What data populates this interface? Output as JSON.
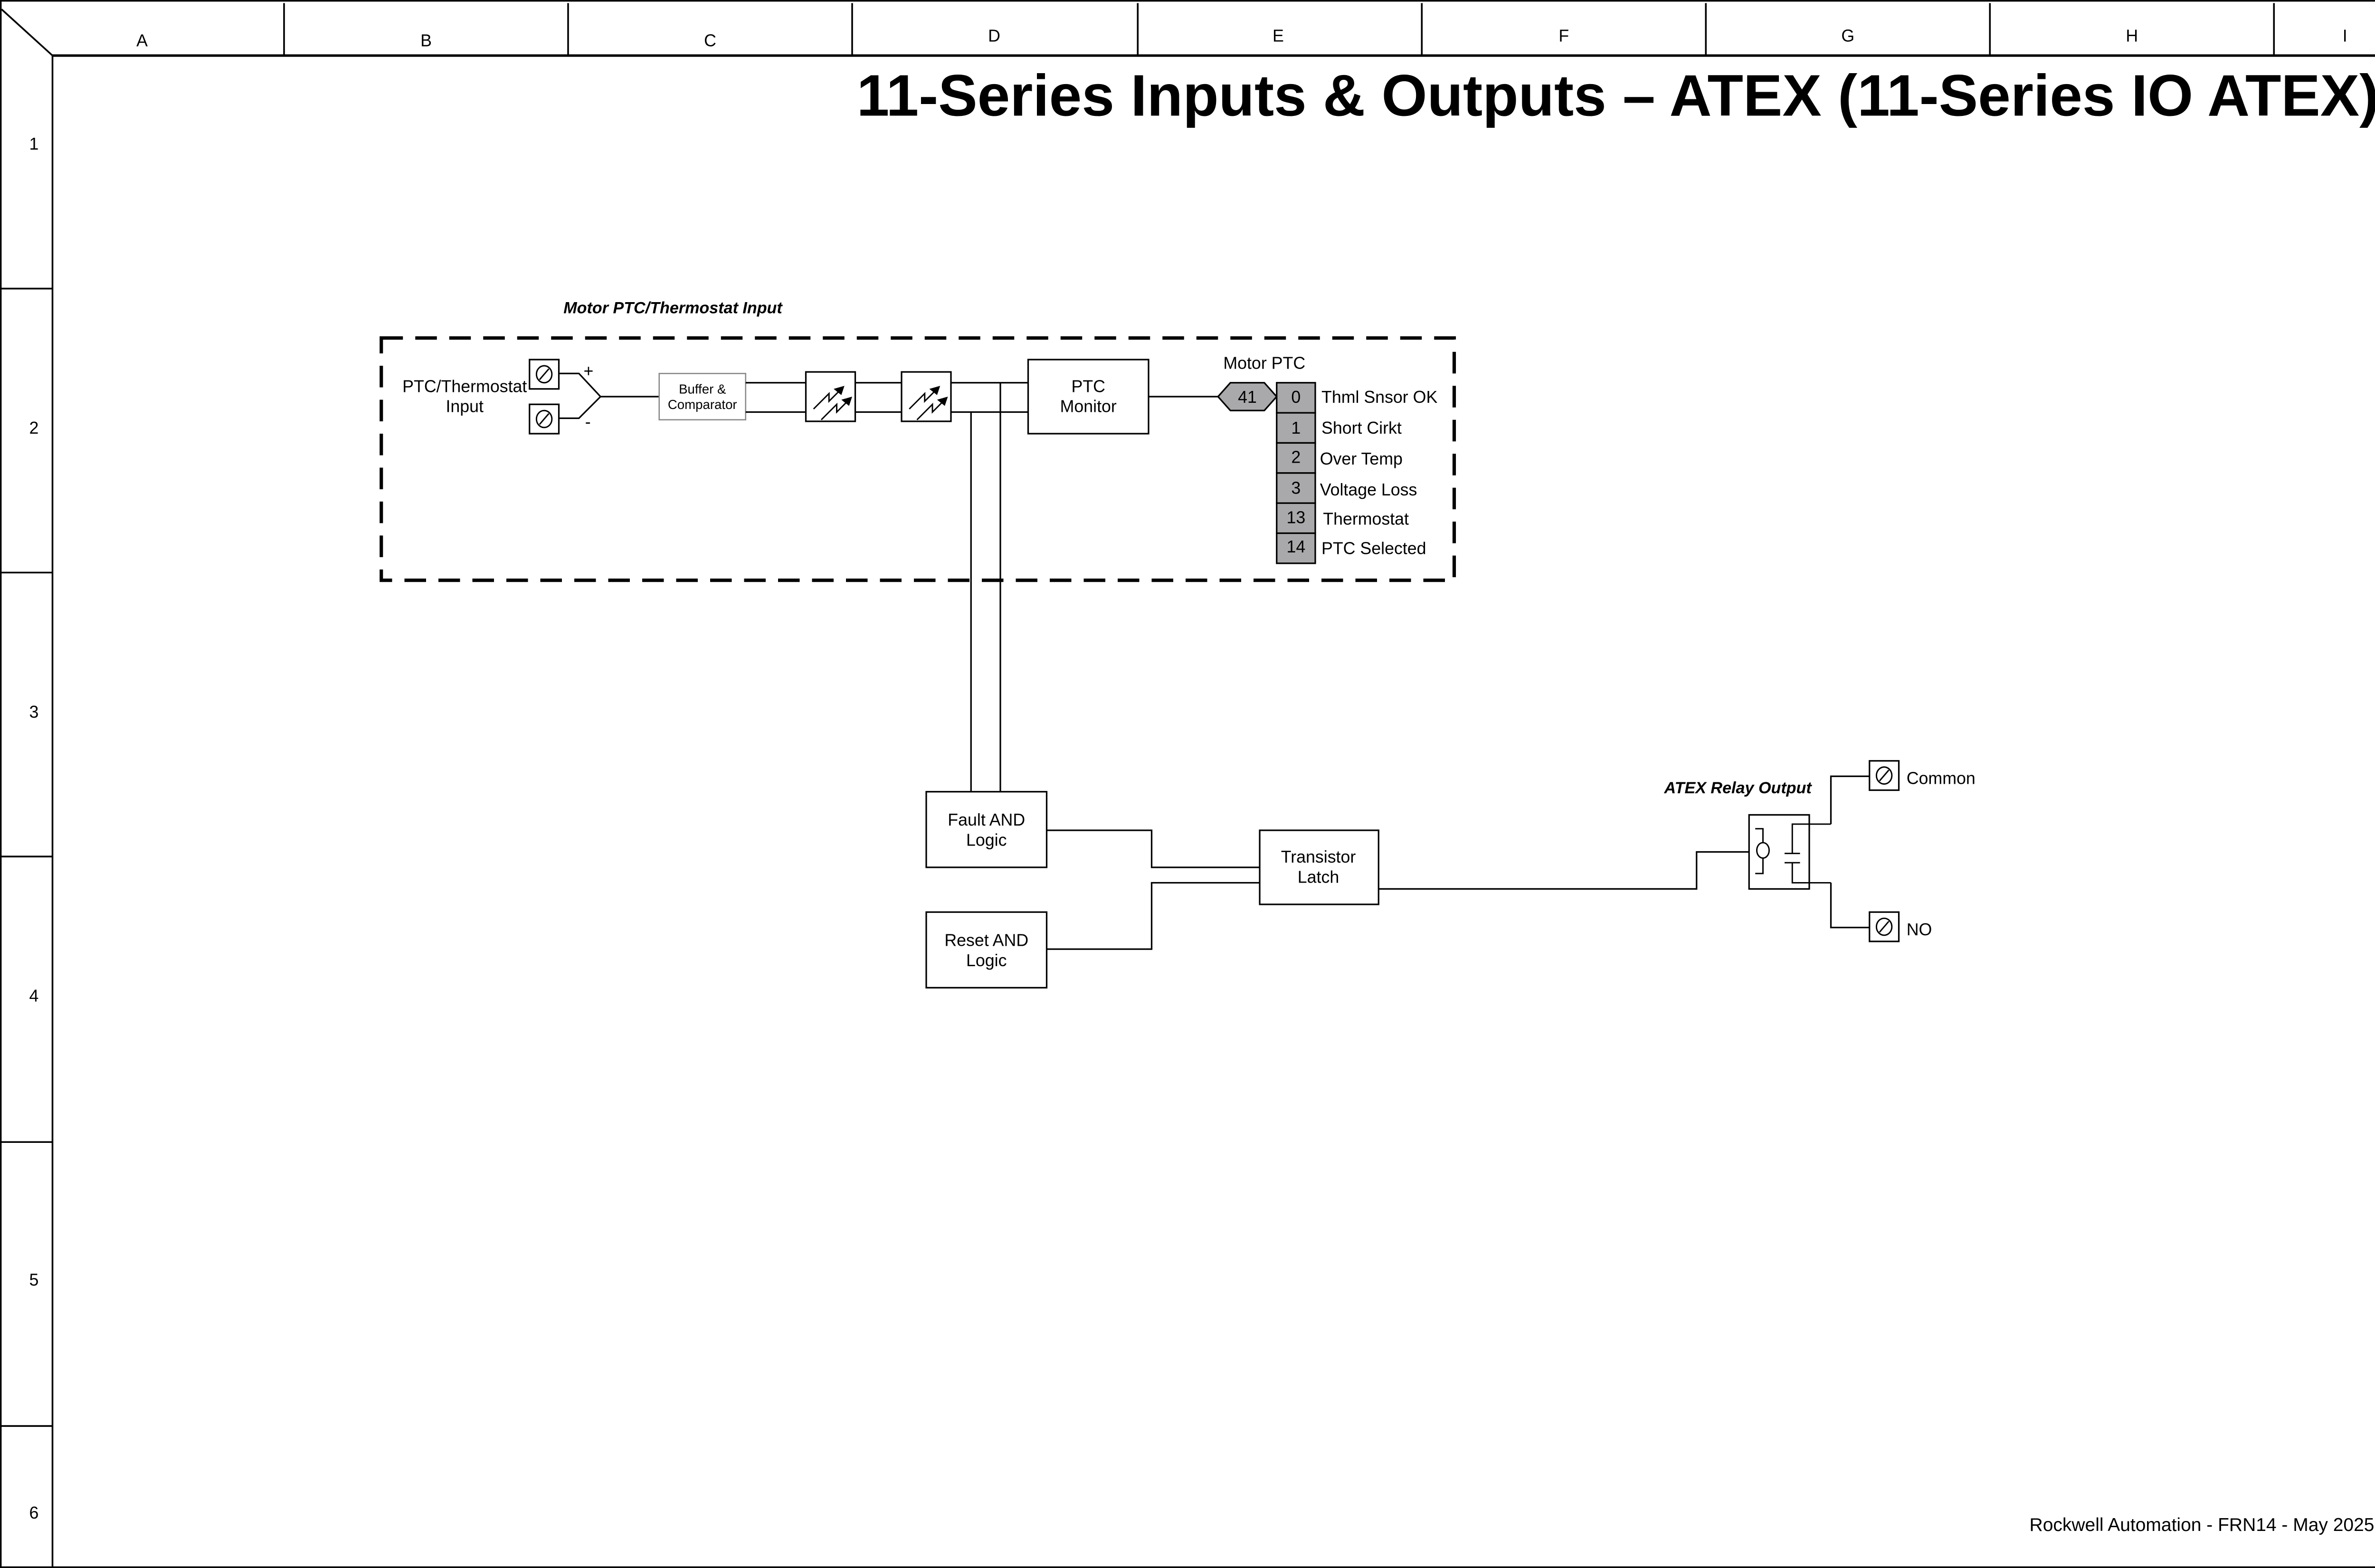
{
  "sheet": {
    "title": "11-Series Inputs & Outputs – ATEX (11-Series IO ATEX)",
    "footer": "Rockwell Automation - FRN14 - May 2025",
    "columns": [
      "A",
      "B",
      "C",
      "D",
      "E",
      "F",
      "G",
      "H",
      "I"
    ],
    "rows": [
      "1",
      "2",
      "3",
      "4",
      "5",
      "6"
    ]
  },
  "ptc_section": {
    "title": "Motor PTC/Thermostat Input",
    "input_label_line1": "PTC/Thermostat",
    "input_label_line2": "Input",
    "plus": "+",
    "minus": "-",
    "buffer_line1": "Buffer &",
    "buffer_line2": "Comparator",
    "monitor_line1": "PTC",
    "monitor_line2": "Monitor",
    "param_title": "Motor PTC",
    "param_number": "41",
    "bits": [
      {
        "bit": "0",
        "label": "Thml Snsor OK"
      },
      {
        "bit": "1",
        "label": "Short Cirkt"
      },
      {
        "bit": "2",
        "label": "Over Temp"
      },
      {
        "bit": "3",
        "label": "Voltage Loss"
      },
      {
        "bit": "13",
        "label": "Thermostat"
      },
      {
        "bit": "14",
        "label": "PTC Selected"
      }
    ]
  },
  "logic": {
    "fault_line1": "Fault AND",
    "fault_line2": "Logic",
    "reset_line1": "Reset AND",
    "reset_line2": "Logic",
    "latch_line1": "Transistor",
    "latch_line2": "Latch"
  },
  "relay": {
    "title": "ATEX Relay Output",
    "common_label": "Common",
    "no_label": "NO"
  },
  "colors": {
    "line": "#000000",
    "param_fill": "#a9a9ab",
    "background": "#ffffff"
  }
}
